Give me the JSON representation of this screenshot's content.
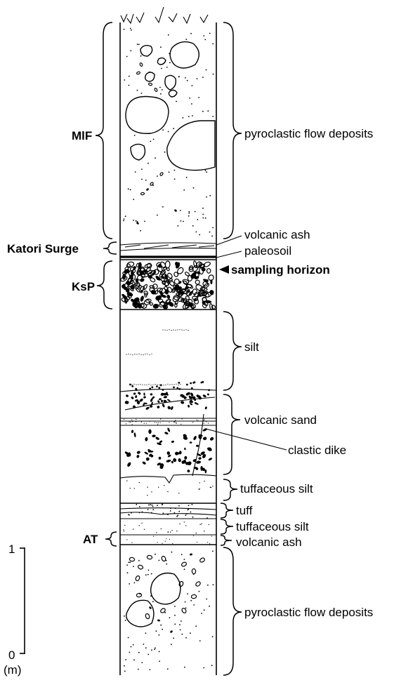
{
  "left_labels": {
    "mif": "MlF",
    "katori_surge": "Katori Surge",
    "ksp": "KsP",
    "at": "AT"
  },
  "right_labels": {
    "pyroclastic_upper": "pyroclastic flow deposits",
    "volcanic_ash_upper": "volcanic ash",
    "paleosoil": "paleosoil",
    "sampling_horizon": "sampling horizon",
    "silt": "silt",
    "volcanic_sand": "volcanic sand",
    "clastic_dike": "clastic dike",
    "tuffaceous_silt_upper": "tuffaceous silt",
    "tuff": "tuff",
    "tuffaceous_silt_lower": "tuffaceous silt",
    "volcanic_ash_lower": "volcanic ash",
    "pyroclastic_lower": "pyroclastic flow deposits"
  },
  "scale": {
    "top_value": "1",
    "bottom_value": "0",
    "unit": "(m)"
  }
}
